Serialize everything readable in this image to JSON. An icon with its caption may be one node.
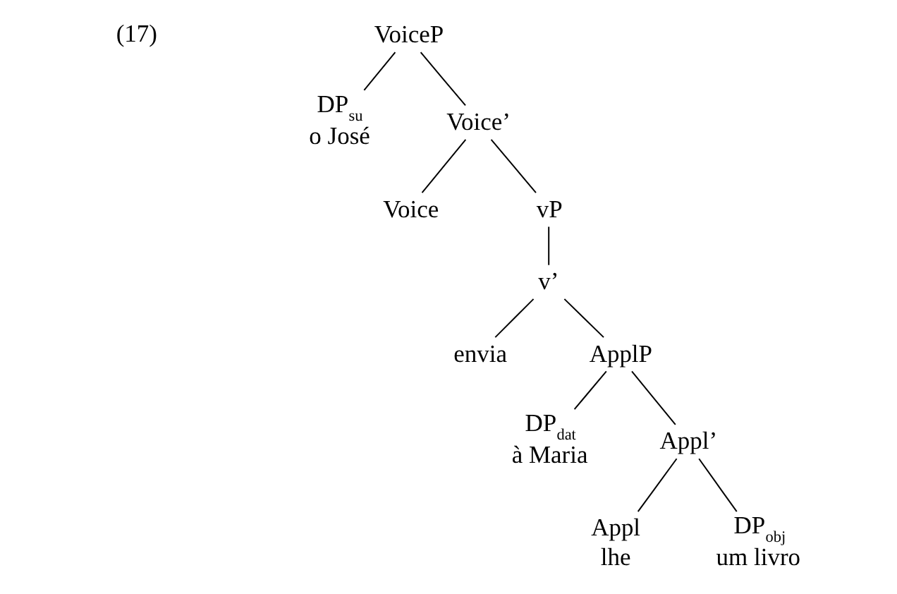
{
  "diagram": {
    "nodes": [
      {
        "text": [
          "VoiceP"
        ]
      },
      {
        "text": [
          "DP$_{su}$",
          "o José"
        ]
      },
      {
        "text": [
          "Voice’"
        ]
      },
      {
        "text": [
          "Voice"
        ]
      },
      {
        "text": [
          "vP"
        ]
      },
      {
        "text": [
          "v’"
        ]
      },
      {
        "text": [
          "envia"
        ]
      },
      {
        "text": [
          "ApplP"
        ]
      },
      {
        "text": [
          "DP$_{dat}$",
          "à Maria"
        ]
      },
      {
        "text": [
          "Appl’"
        ]
      },
      {
        "text": [
          "Appl",
          "lhe"
        ]
      },
      {
        "text": [
          "DP$_{obj}$",
          "um livro"
        ]
      }
    ],
    "edges": [
      {
        "from": 0,
        "to": 1,
        "arrow": "none"
      },
      {
        "from": 0,
        "to": 2,
        "arrow": "none"
      },
      {
        "from": 2,
        "to": 3,
        "arrow": "none"
      },
      {
        "from": 2,
        "to": 4,
        "arrow": "none"
      },
      {
        "from": 4,
        "to": 5,
        "arrow": "none"
      },
      {
        "from": 5,
        "to": 6,
        "arrow": "none"
      },
      {
        "from": 5,
        "to": 7,
        "arrow": "none"
      },
      {
        "from": 7,
        "to": 8,
        "arrow": "none"
      },
      {
        "from": 7,
        "to": 9,
        "arrow": "none"
      },
      {
        "from": 9,
        "to": 10,
        "arrow": "none"
      },
      {
        "from": 9,
        "to": 11,
        "arrow": "none"
      }
    ],
    "labels": [
      "(17)"
    ]
  }
}
